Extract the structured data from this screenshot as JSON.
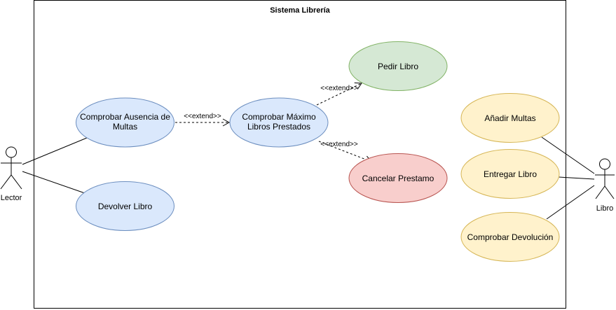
{
  "system": {
    "title": "Sistema Librería"
  },
  "actors": {
    "lector": "Lector",
    "libro": "Libro"
  },
  "use_cases": {
    "comprobar_ausencia": [
      "Comprobar Ausencia de",
      "Multas"
    ],
    "devolver_libro": "Devolver Libro",
    "comprobar_maximo": [
      "Comprobar Máximo",
      "Libros Prestados"
    ],
    "pedir_libro": "Pedir Libro",
    "cancelar_prestamo": "Cancelar Prestamo",
    "anadir_multas": "Añadir Multas",
    "entregar_libro": "Entregar Libro",
    "comprobar_devolucion": "Comprobar Devolución"
  },
  "relations": {
    "extend_1": "<<extend>>",
    "extend_2": "<<extend>>",
    "extend_3": "<<extend>>"
  },
  "colors": {
    "blue_fill": "#dae8fc",
    "blue_stroke": "#6c8ebf",
    "green_fill": "#d5e8d4",
    "green_stroke": "#82b366",
    "red_fill": "#f8cecc",
    "red_stroke": "#b85450",
    "yellow_fill": "#fff2cc",
    "yellow_stroke": "#d6b656"
  }
}
